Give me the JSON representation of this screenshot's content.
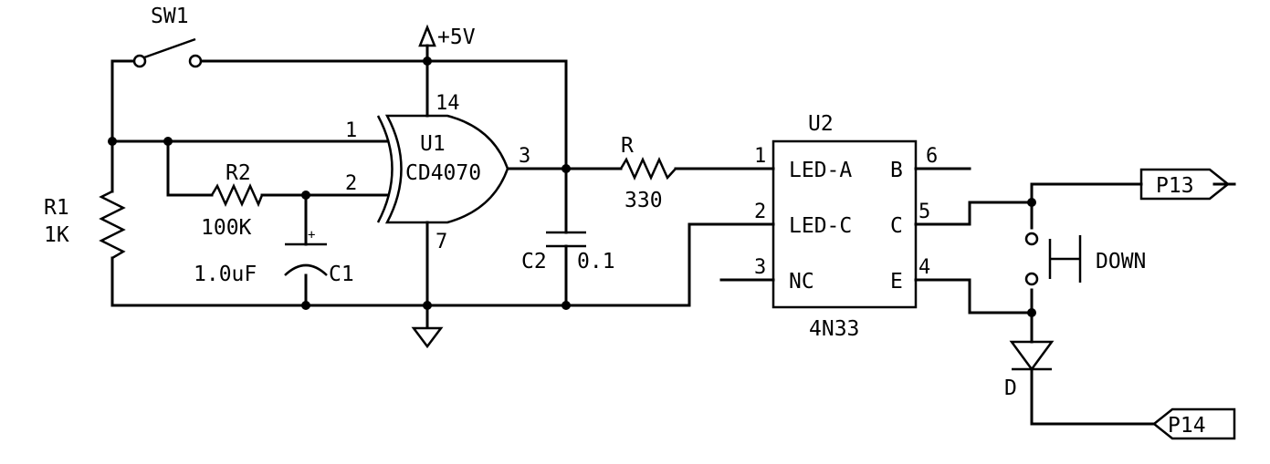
{
  "power": {
    "vcc_label": "+5V"
  },
  "components": {
    "sw1": {
      "ref": "SW1"
    },
    "r1": {
      "ref": "R1",
      "value": "1K"
    },
    "r2": {
      "ref": "R2",
      "value": "100K"
    },
    "c1": {
      "ref": "C1",
      "value": "1.0uF",
      "polarity": "+"
    },
    "u1": {
      "ref": "U1",
      "part": "CD4070",
      "pins": {
        "in1": "1",
        "in2": "2",
        "out": "3",
        "vdd": "14",
        "vss": "7"
      }
    },
    "c2": {
      "ref": "C2",
      "value": "0.1"
    },
    "r": {
      "ref": "R",
      "value": "330"
    },
    "u2": {
      "ref": "U2",
      "part": "4N33",
      "left_pins": [
        {
          "num": "1",
          "name": "LED-A"
        },
        {
          "num": "2",
          "name": "LED-C"
        },
        {
          "num": "3",
          "name": "NC"
        }
      ],
      "right_pins": [
        {
          "num": "6",
          "name": "B"
        },
        {
          "num": "5",
          "name": "C"
        },
        {
          "num": "4",
          "name": "E"
        }
      ]
    },
    "down": {
      "ref": "DOWN"
    },
    "d": {
      "ref": "D"
    },
    "p13": {
      "label": "P13"
    },
    "p14": {
      "label": "P14"
    }
  }
}
